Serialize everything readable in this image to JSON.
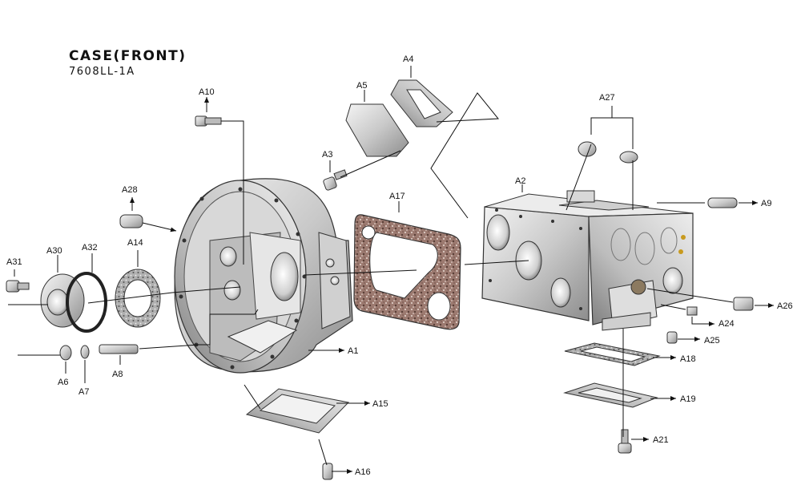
{
  "header": {
    "title": "CASE(FRONT)",
    "subtitle": "7608LL-1A"
  },
  "parts": {
    "A1": "A1",
    "A2": "A2",
    "A3": "A3",
    "A4": "A4",
    "A5": "A5",
    "A6": "A6",
    "A7": "A7",
    "A8": "A8",
    "A9": "A9",
    "A10": "A10",
    "A14": "A14",
    "A15": "A15",
    "A16": "A16",
    "A17": "A17",
    "A18": "A18",
    "A19": "A19",
    "A21": "A21",
    "A24": "A24",
    "A25": "A25",
    "A26": "A26",
    "A27": "A27",
    "A28": "A28",
    "A30": "A30",
    "A31": "A31",
    "A32": "A32"
  }
}
